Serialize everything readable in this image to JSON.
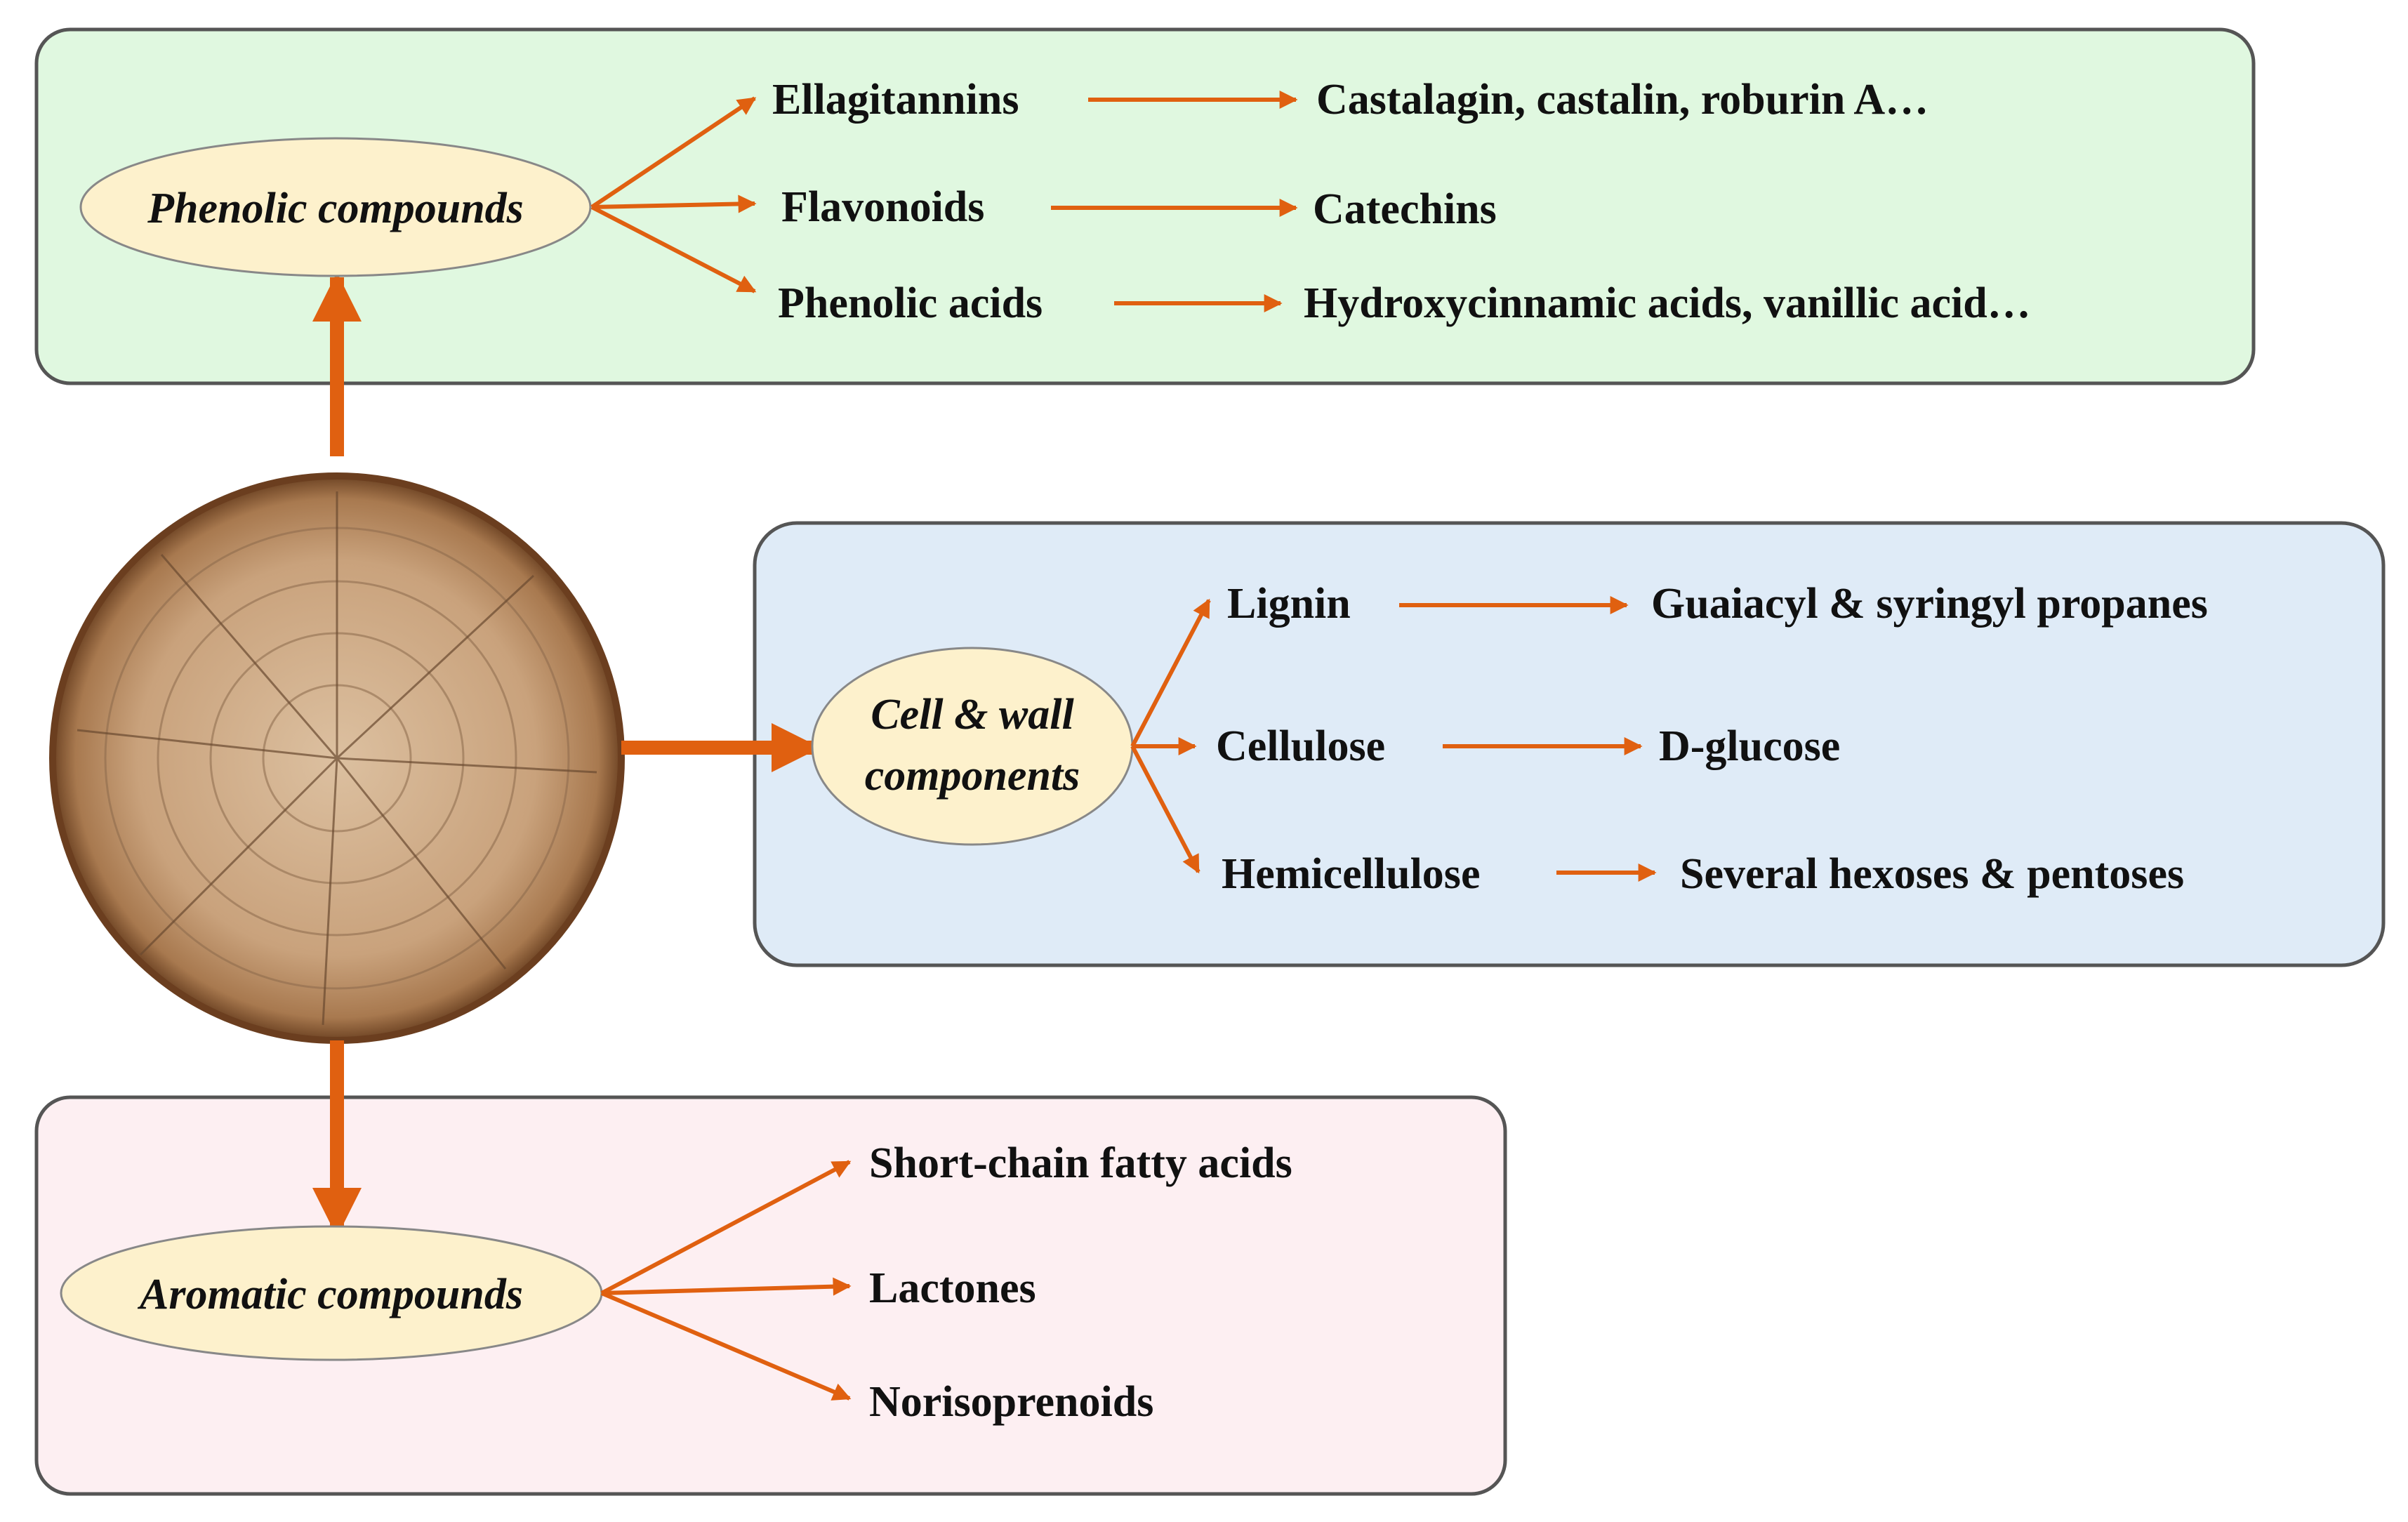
{
  "colors": {
    "arrow": "#e06010",
    "phenolic_box": "#e0f8e0",
    "cell_box": "#dfebf7",
    "aromatic_box": "#fdeff2",
    "ellipse": "#fdf1cc",
    "box_border": "#555555"
  },
  "wood": {
    "icon": "wood-cross-section-icon"
  },
  "phenolic": {
    "title": "Phenolic compounds",
    "rows": [
      {
        "class": "Ellagitannins",
        "examples": "Castalagin, castalin, roburin A…"
      },
      {
        "class": "Flavonoids",
        "examples": "Catechins"
      },
      {
        "class": "Phenolic acids",
        "examples": "Hydroxycinnamic acids, vanillic acid…"
      }
    ]
  },
  "cell_wall": {
    "title_line1": "Cell & wall",
    "title_line2": "components",
    "rows": [
      {
        "class": "Lignin",
        "examples": "Guaiacyl & syringyl propanes"
      },
      {
        "class": "Cellulose",
        "examples": "D-glucose"
      },
      {
        "class": "Hemicellulose",
        "examples": "Several hexoses & pentoses"
      }
    ]
  },
  "aromatic": {
    "title": "Aromatic compounds",
    "items": [
      "Short-chain fatty acids",
      "Lactones",
      "Norisoprenoids"
    ]
  }
}
